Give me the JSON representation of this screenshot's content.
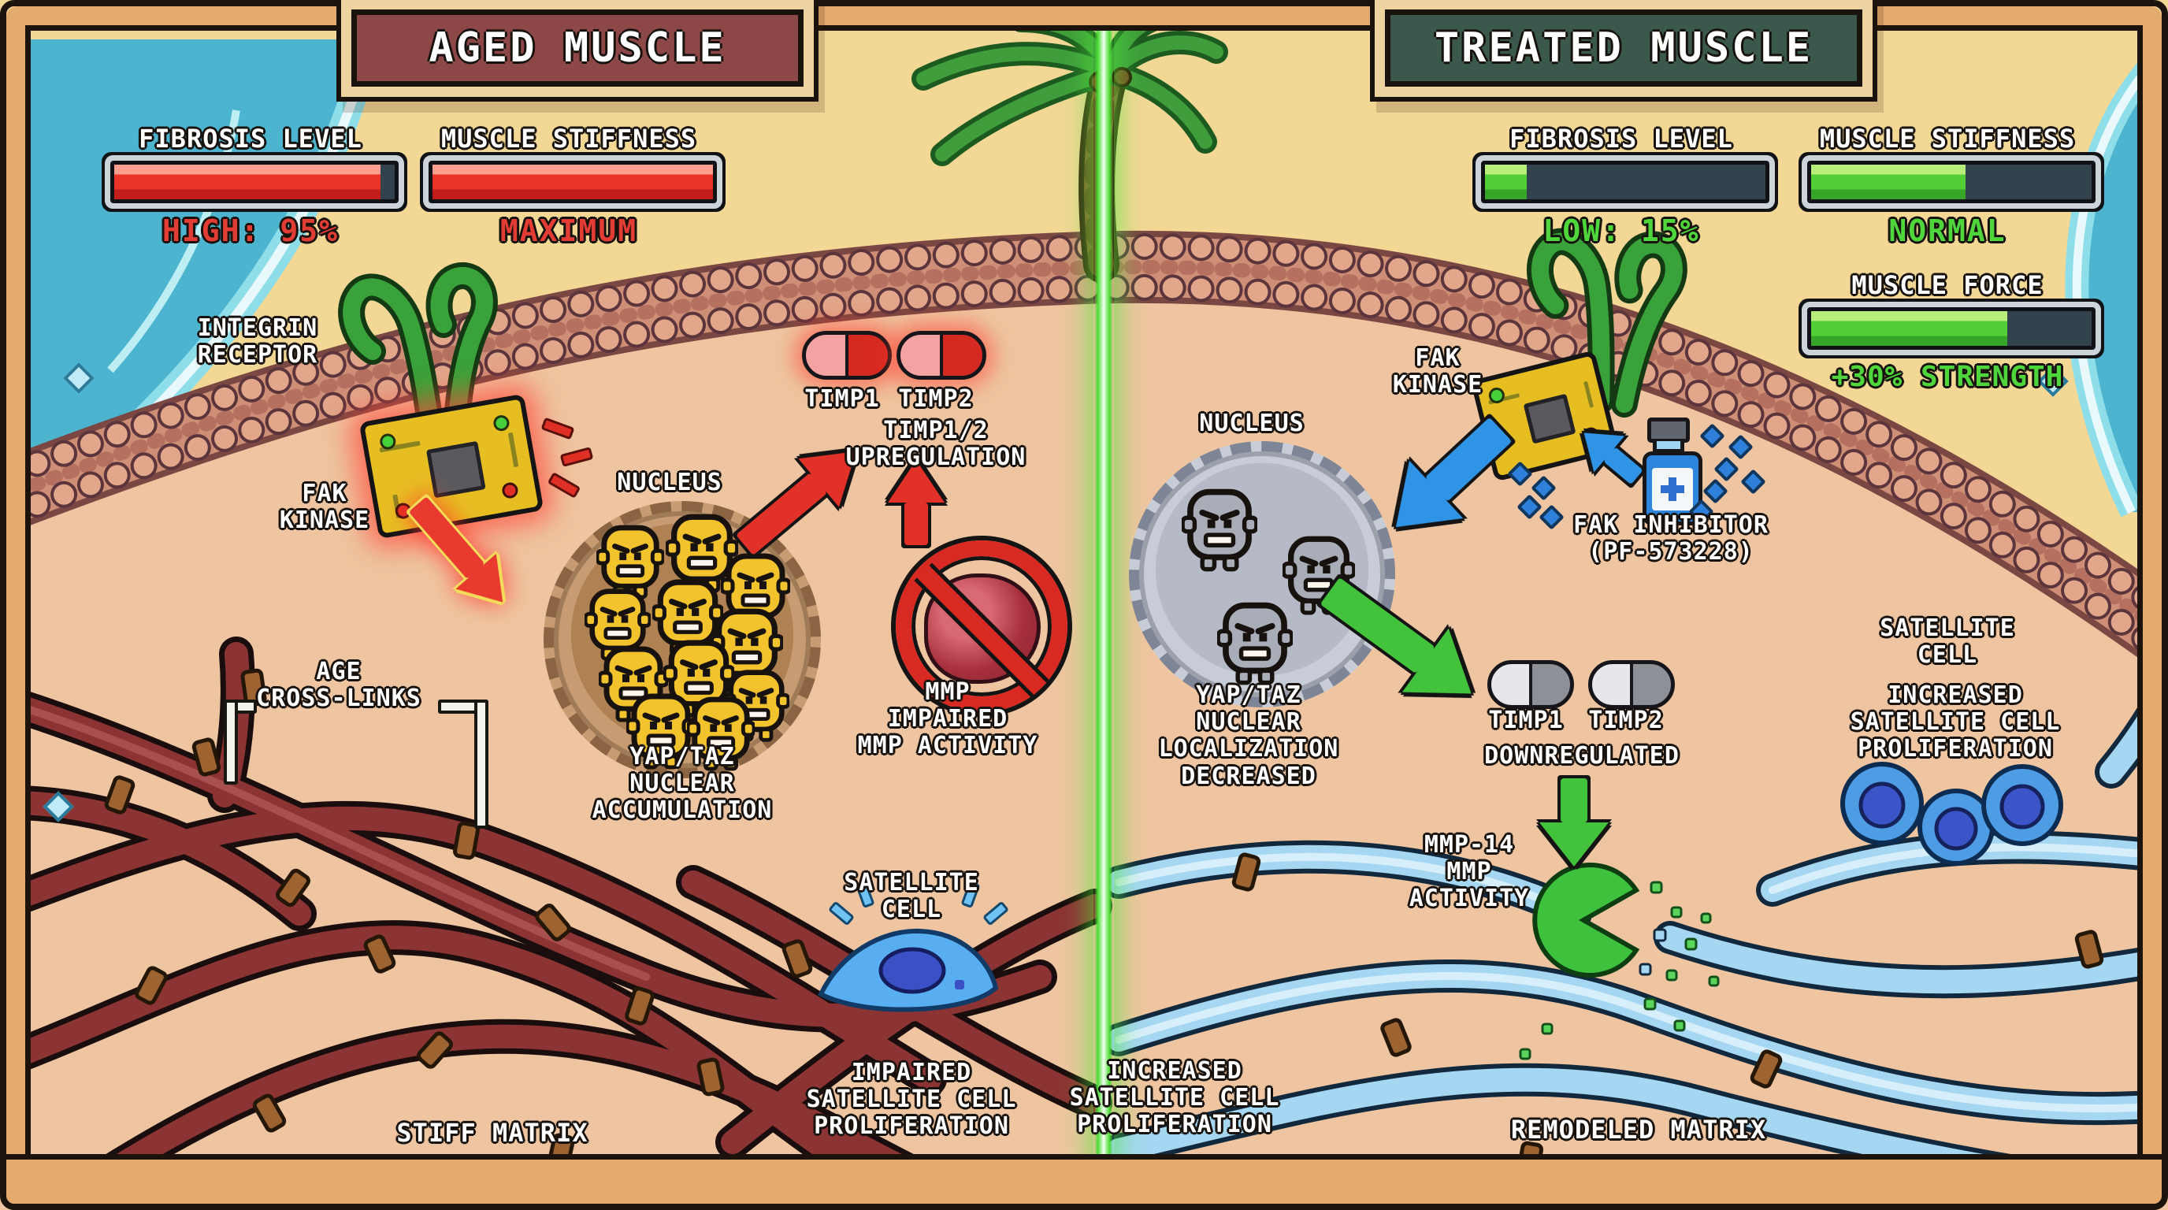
{
  "titles": {
    "left": "AGED MUSCLE",
    "right": "TREATED MUSCLE"
  },
  "left_panel": {
    "stats": {
      "fibrosis": {
        "label": "FIBROSIS LEVEL",
        "value": "HIGH: 95%",
        "percent": 95
      },
      "stiffness": {
        "label": "MUSCLE STIFFNESS",
        "value": "MAXIMUM",
        "percent": 100
      }
    },
    "labels": {
      "integrin_receptor": "INTEGRIN\nRECEPTOR",
      "fak_kinase": "FAK\nKINASE",
      "nucleus": "NUCLEUS",
      "yap_taz": "YAP/TAZ\nNUCLEAR\nACCUMULATION",
      "timp1": "TIMP1",
      "timp2": "TIMP2",
      "timp_upregulation": "TIMP1/2\nUPREGULATION",
      "mmp_impaired": "MMP\nIMPAIRED\nMMP ACTIVITY",
      "age_crosslinks": "AGE\nCROSS-LINKS",
      "satellite_cell": "SATELLITE\nCELL",
      "impaired_proliferation": "IMPAIRED\nSATELLITE CELL\nPROLIFERATION",
      "stiff_matrix": "STIFF MATRIX"
    }
  },
  "right_panel": {
    "stats": {
      "fibrosis": {
        "label": "FIBROSIS LEVEL",
        "value": "LOW: 15%",
        "percent": 15
      },
      "stiffness": {
        "label": "MUSCLE STIFFNESS",
        "value": "NORMAL",
        "percent": 55
      },
      "force": {
        "label": "MUSCLE FORCE",
        "value": "+30% STRENGTH",
        "percent": 70
      }
    },
    "labels": {
      "fak_kinase": "FAK\nKINASE",
      "nucleus": "NUCLEUS",
      "fak_inhibitor": "FAK INHIBITOR\n(PF-573228)",
      "yap_taz": "YAP/TAZ\nNUCLEAR\nLOCALIZATION\nDECREASED",
      "timp1": "TIMP1",
      "timp2": "TIMP2",
      "downregulated": "DOWNREGULATED",
      "mmp14": "MMP-14\nMMP\nACTIVITY",
      "satellite_cell": "SATELLITE\nCELL",
      "increased_proliferation": "INCREASED\nSATELLITE CELL\nPROLIFERATION",
      "increased_proliferation_bottom": "INCREASED\nSATELLITE CELL\nPROLIFERATION",
      "remodeled_matrix": "REMODELED MATRIX"
    }
  },
  "colors": {
    "status_red": "#e23d35",
    "status_green": "#4fd63c",
    "bar_fill_red": "#ea3226",
    "bar_fill_green": "#52ce37",
    "aged_banner": "#8d4747",
    "treated_banner": "#3a584b",
    "divider_green": "#4bdc34",
    "sand": "#f2d795",
    "cell_interior": "#eec5a0",
    "stiff_fiber": "#8c3434",
    "remodeled_fiber": "#a6d7f2"
  },
  "icons": [
    "integrin-receptor-icon",
    "fak-kinase-chip-icon",
    "pill-icon",
    "no-entry-icon",
    "medicine-bottle-icon",
    "pacman-mmp-icon",
    "palm-tree-icon",
    "yap-taz-blob-icon",
    "satellite-cell-icon",
    "crosslink-knot-icon",
    "arrow-icon",
    "gem-icon"
  ]
}
